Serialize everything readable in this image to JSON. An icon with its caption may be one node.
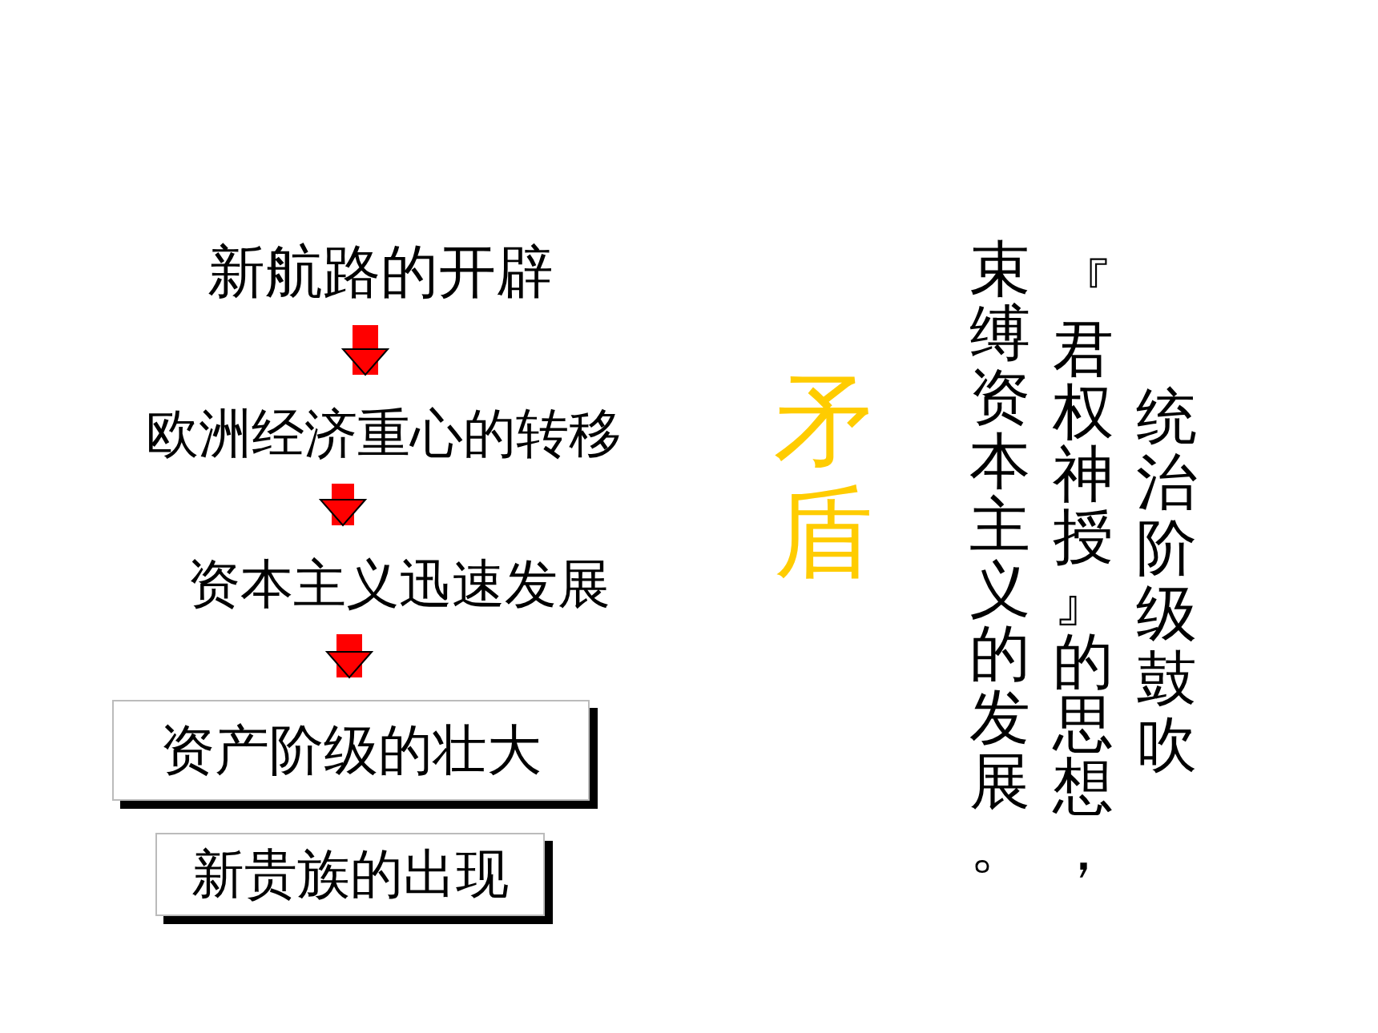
{
  "diagram": {
    "nodes": [
      {
        "text": [
          "新航路的开辟"
        ]
      },
      {
        "text": [
          "欧洲经济重心的转移"
        ]
      },
      {
        "text": [
          "资本主义迅速发展"
        ]
      },
      {
        "text": [
          "资产阶级的壮大"
        ]
      },
      {
        "text": [
          "新贵族的出现"
        ]
      }
    ],
    "edges": [
      {
        "from": 0,
        "to": 1,
        "arrow": "to",
        "color": "#ff0000"
      },
      {
        "from": 1,
        "to": 2,
        "arrow": "to",
        "color": "#ff0000"
      },
      {
        "from": 2,
        "to": 3,
        "arrow": "to",
        "color": "#ff0000"
      }
    ],
    "labels": [
      "矛盾",
      "统治阶级鼓吹",
      "『*君权神授*』的思想，",
      "束缚资本主义的发展。"
    ]
  }
}
